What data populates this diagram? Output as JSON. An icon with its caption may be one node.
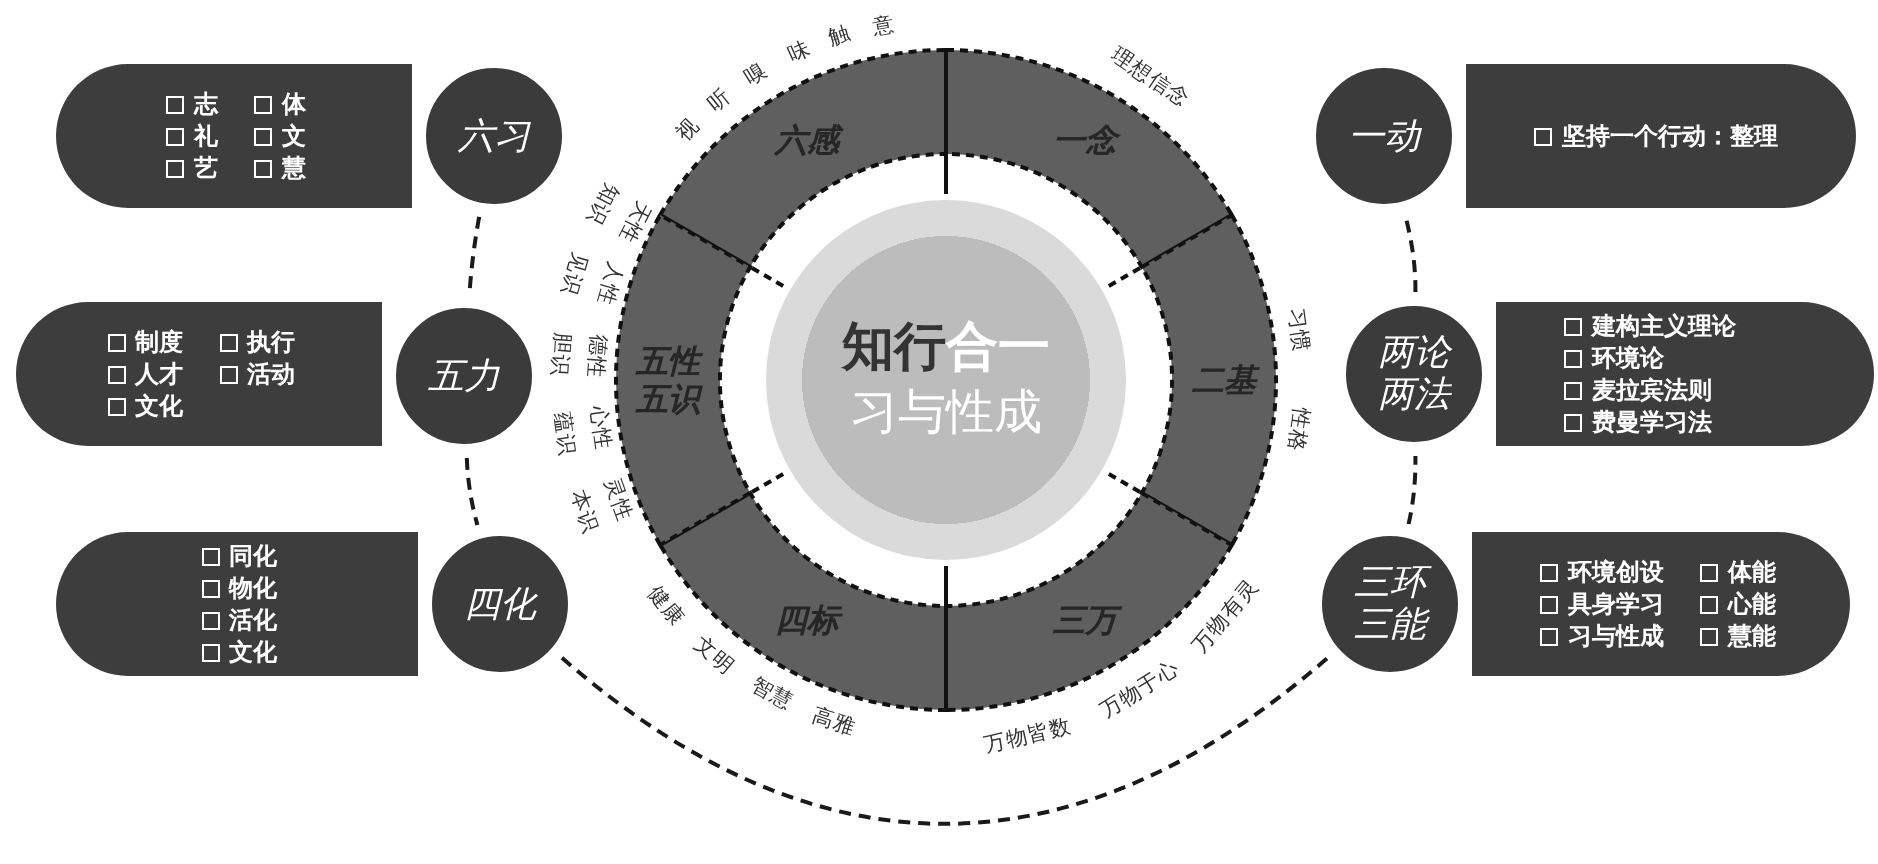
{
  "diagram": {
    "nodes": [
      {
        "text": [
          "六习"
        ]
      },
      {
        "text": [
          "志",
          "体",
          "礼",
          "文",
          "艺",
          "慧"
        ]
      },
      {
        "text": [
          "五力"
        ]
      },
      {
        "text": [
          "制度",
          "执行",
          "人才",
          "活动",
          "文化"
        ]
      },
      {
        "text": [
          "四化"
        ]
      },
      {
        "text": [
          "同化",
          "物化",
          "活化",
          "文化"
        ]
      },
      {
        "text": [
          "一动"
        ]
      },
      {
        "text": [
          "坚持一个行动：整理"
        ]
      },
      {
        "text": [
          "两论两法"
        ]
      },
      {
        "text": [
          "建构主义理论",
          "环境论",
          "麦拉宾法则",
          "费曼学习法"
        ]
      },
      {
        "text": [
          "三环三能"
        ]
      },
      {
        "text": [
          "环境创设",
          "体能",
          "具身学习",
          "心能",
          "习与性成",
          "慧能"
        ]
      },
      {
        "text": [
          "六感"
        ],
        "beside": [
          "视",
          "听",
          "嗅",
          "味",
          "触",
          "意"
        ]
      },
      {
        "text": [
          "一念"
        ],
        "beside": [
          "理想信念"
        ]
      },
      {
        "text": [
          "二基"
        ],
        "beside": [
          "习惯",
          "性格"
        ]
      },
      {
        "text": [
          "三万"
        ],
        "beside": [
          "万物皆数",
          "万物于心",
          "万物有灵"
        ]
      },
      {
        "text": [
          "四标"
        ],
        "beside": [
          "健康",
          "文明",
          "智慧",
          "高雅"
        ]
      },
      {
        "text": [
          "五性五识"
        ],
        "beside": [
          "天性",
          "知识",
          "人性",
          "见识",
          "德性",
          "胆识",
          "心性",
          "蕴识",
          "灵性",
          "本识"
        ]
      },
      {
        "text": [
          "知行",
          "合一",
          "习与性成"
        ]
      }
    ],
    "edges": [
      {
        "from": 0,
        "to": 2,
        "arrow": "none",
        "style": "dashed"
      },
      {
        "from": 2,
        "to": 4,
        "arrow": "none",
        "style": "dashed"
      },
      {
        "from": 4,
        "to": 10,
        "arrow": "none",
        "style": "dashed"
      },
      {
        "from": 10,
        "to": 8,
        "arrow": "none",
        "style": "dashed"
      },
      {
        "from": 8,
        "to": 6,
        "arrow": "none",
        "style": "dashed"
      }
    ]
  }
}
